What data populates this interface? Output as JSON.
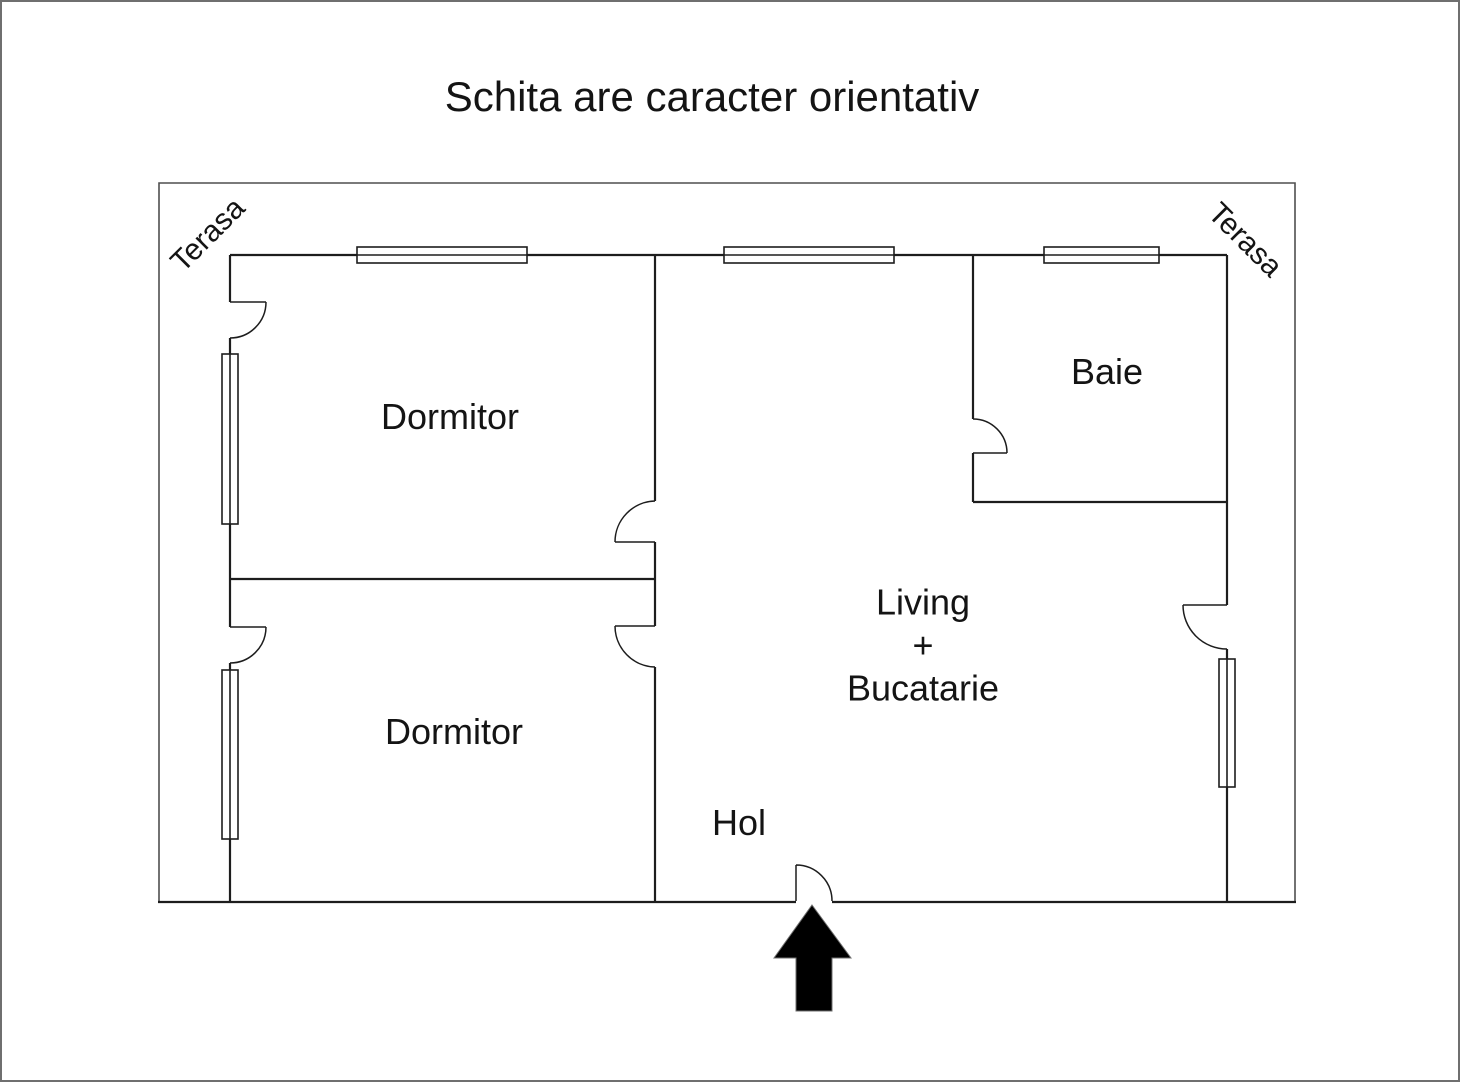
{
  "labels": {
    "title": "Schita are caracter orientativ",
    "terasa_left": "Terasa",
    "terasa_right": "Terasa",
    "dormitor_top": "Dormitor",
    "dormitor_bottom": "Dormitor",
    "baie": "Baie",
    "living": [
      "Living",
      "+",
      "Bucatarie"
    ],
    "hol": "Hol"
  },
  "colors": {
    "wall": "#1d1d1d",
    "plan_border": "#4f4f4f",
    "page_border": "#6f6f6f",
    "arrow": "#000000",
    "text": "#141414"
  }
}
